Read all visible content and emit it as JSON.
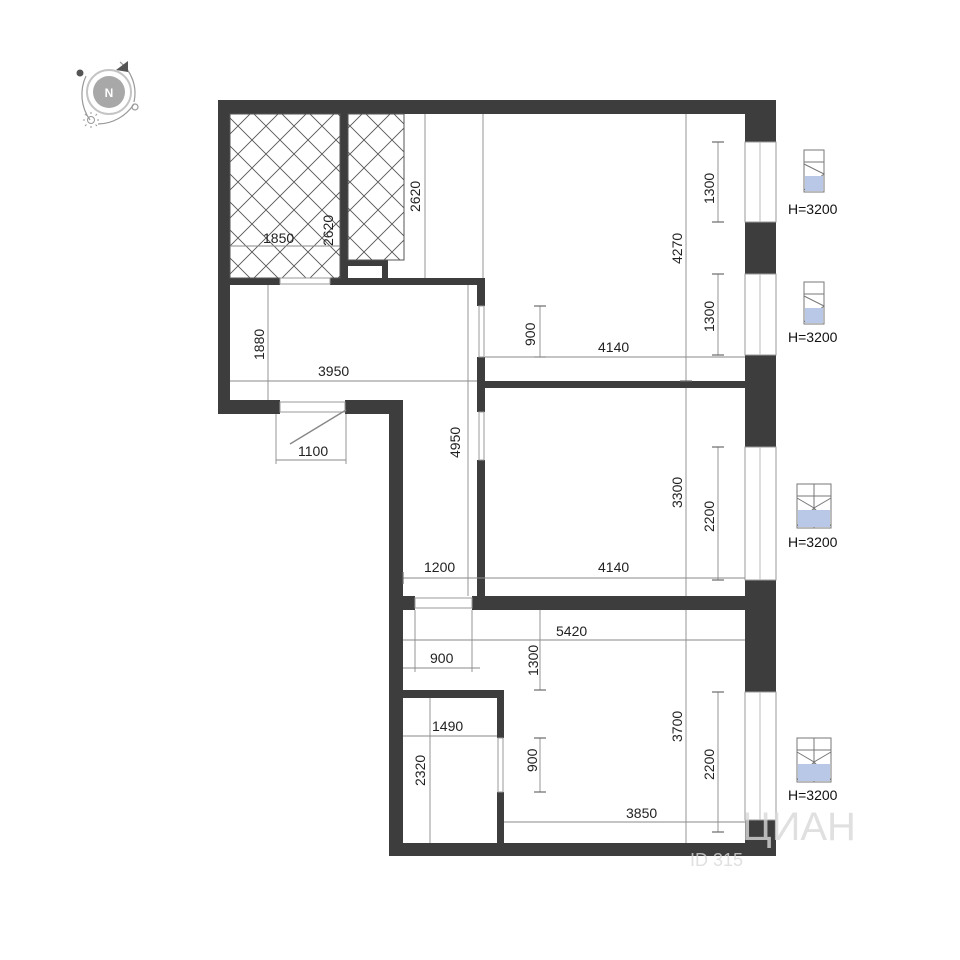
{
  "compass": {
    "letter": "N"
  },
  "dimensions": {
    "wc_width": "1850",
    "wc_depth": "2620",
    "bath_depth": "2620",
    "room1_depth": "4270",
    "room1_win_top": "1300",
    "room1_win_bottom": "1300",
    "room1_door": "900",
    "room1_width": "4140",
    "hall_depth": "1880",
    "hall_width": "3950",
    "entrance_door": "1100",
    "corridor_length": "4950",
    "room2_depth": "3300",
    "room2_win": "2200",
    "corridor_width": "1200",
    "room2_width": "4140",
    "kitchen_width": "5420",
    "kitchen_door": "900",
    "kitchen_gap": "1300",
    "kitchen_depth": "3700",
    "kitchen_win": "2200",
    "closet_width": "1490",
    "closet_depth": "2320",
    "closet_door": "900",
    "kitchen_bottom_width": "3850"
  },
  "window_heights": [
    "H=3200",
    "H=3200",
    "H=3200",
    "H=3200"
  ],
  "watermark": {
    "text": "ЦИАН",
    "id": "ID 315"
  }
}
